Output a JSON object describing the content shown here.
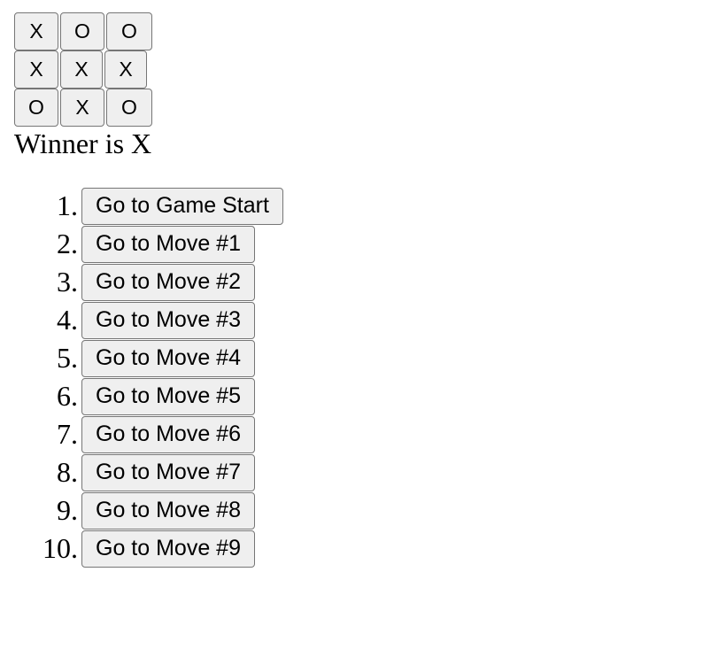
{
  "board": {
    "rows": [
      [
        "X",
        "O",
        "O"
      ],
      [
        "X",
        "X",
        "X"
      ],
      [
        "O",
        "X",
        "O"
      ]
    ]
  },
  "status": "Winner is X",
  "history": {
    "numbers": [
      "1.",
      "2.",
      "3.",
      "4.",
      "5.",
      "6.",
      "7.",
      "8.",
      "9.",
      "10."
    ],
    "buttons": [
      "Go to Game Start",
      "Go to Move #1",
      "Go to Move #2",
      "Go to Move #3",
      "Go to Move #4",
      "Go to Move #5",
      "Go to Move #6",
      "Go to Move #7",
      "Go to Move #8",
      "Go to Move #9"
    ]
  }
}
